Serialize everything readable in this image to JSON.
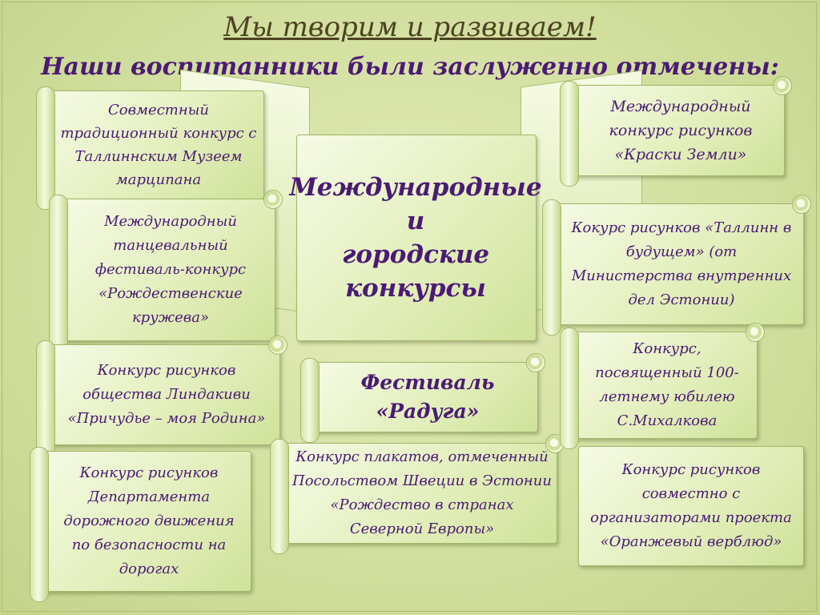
{
  "title": "Мы творим и развиваем!",
  "subtitle": "Наши воспитанники были заслуженно отмечены:",
  "center": "Международные\nи\nгородские\nконкурсы",
  "festival": "Фестиваль\n«Радуга»",
  "left": [
    "Совместный традиционный конкурс с Таллиннским Музеем марципана",
    "Международный танцевальный фестиваль-конкурс «Рождественские кружева»",
    "Конкурс рисунков общества Линдакиви «Причудье – моя Родина»",
    "Конкурс рисунков Департамента дорожного движения по безопасности на дорогах"
  ],
  "right": [
    "Международный конкурс рисунков «Краски Земли»",
    "Кокурс рисунков «Таллинн в будущем» (от Министерства внутренних дел Эстонии)",
    "Конкурс, посвященный 100-летнему юбилею С.Михалкова",
    "Конкурс рисунков совместно с организаторами проекта «Оранжевый верблюд»"
  ],
  "bottom_center": "Конкурс плакатов, отмеченный Посольством Швеции в Эстонии «Рождество в странах Северной Европы»"
}
